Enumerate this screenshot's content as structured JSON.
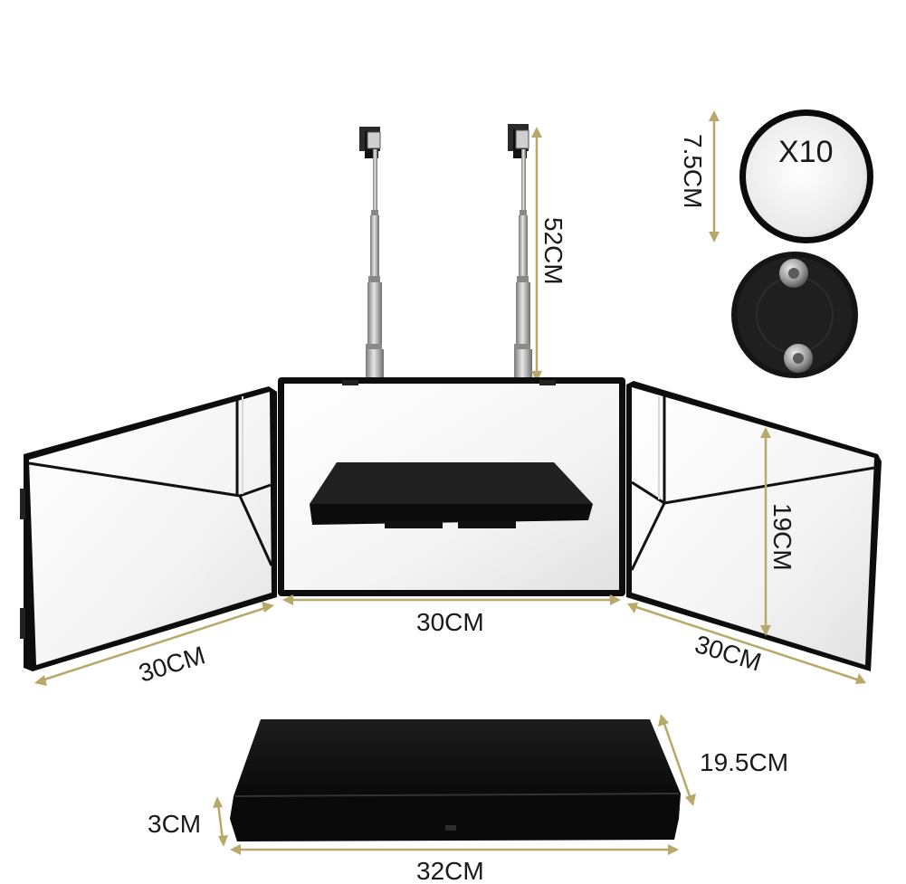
{
  "image": {
    "description_free": true
  },
  "dimensions": {
    "rod_height": "52CM",
    "small_mirror_diameter": "7.5CM",
    "magnification": "X10",
    "center_panel_width": "30CM",
    "left_panel_width": "30CM",
    "right_panel_width": "30CM",
    "panel_height": "19CM",
    "case_depth": "19.5CM",
    "case_thickness": "3CM",
    "case_width": "32CM"
  },
  "colors": {
    "accent": "#b7a96a",
    "frame": "#111111",
    "mirror": "#ffffff",
    "rod": "#9a9a9a"
  }
}
